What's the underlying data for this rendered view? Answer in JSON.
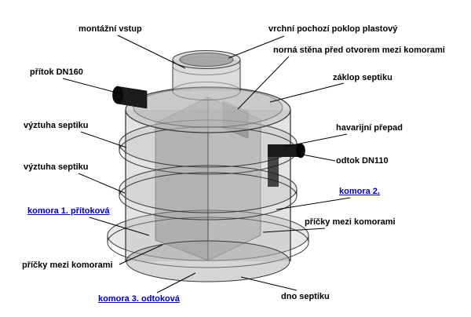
{
  "labels": {
    "montazni_vstup": "montážní vstup",
    "vrchni_poklop": "vrchní pochozí poklop plastový",
    "norna_stena": "norná stěna před otvorem mezi komorami",
    "pritok": "přítok DN160",
    "zaklop": "záklop septiku",
    "vyztuha_1": "výztuha septiku",
    "havarijni_prepad": "havarijní přepad",
    "odtok": "odtok DN110",
    "vyztuha_2": "výztuha septiku",
    "komora_2": "komora 2.",
    "komora_1": "komora 1. přítoková",
    "pricky_right": "příčky mezi komorami",
    "pricky_left": "příčky mezi komorami",
    "komora_3": "komora 3. odtoková",
    "dno": "dno septiku"
  },
  "colors": {
    "label_color": "#000000",
    "chamber_label_color": "#0000bb",
    "leader_line_color": "#000000",
    "tank_stroke_color": "#3a3a3a",
    "tank_fill_color": "#b5b5b5",
    "pipe_color": "#161616",
    "background_color": "#ffffff"
  }
}
